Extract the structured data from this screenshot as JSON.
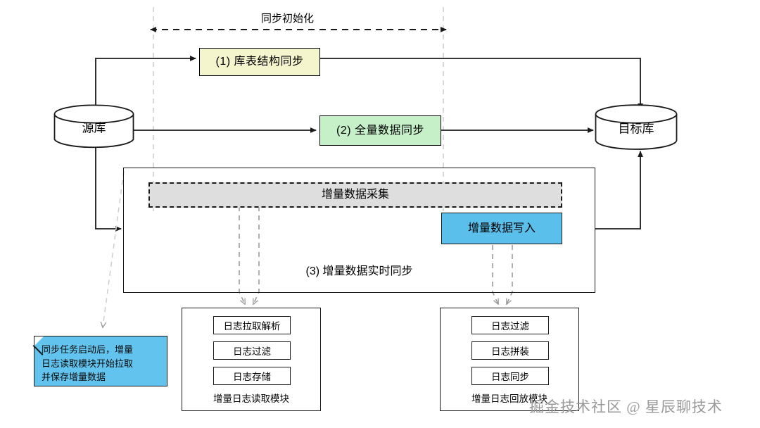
{
  "diagram": {
    "title_label": "同步初始化",
    "source_db": "源库",
    "target_db": "目标库",
    "phases": [
      {
        "id": "phase1",
        "label": "(1) 库表结构同步",
        "color": "#f5f5cd"
      },
      {
        "id": "phase2",
        "label": "(2) 全量数据同步",
        "color": "#c6f0c8"
      },
      {
        "id": "phase3",
        "label": "(3) 增量数据实时同步",
        "color": "#ffffff"
      }
    ],
    "capture_band": {
      "label": "增量数据采集",
      "color": "#dedede"
    },
    "write_box": {
      "label": "增量数据写入",
      "color": "#5bbfec"
    },
    "modules": [
      {
        "id": "log-reader",
        "caption": "增量日志读取模块",
        "items": [
          "日志拉取解析",
          "日志过滤",
          "日志存储"
        ]
      },
      {
        "id": "log-replay",
        "caption": "增量日志回放模块",
        "items": [
          "日志过滤",
          "日志拼装",
          "日志同步"
        ]
      }
    ],
    "note": {
      "lines": [
        "同步任务启动后，增量",
        "日志读取模块开始拉取",
        "并保存增量数据"
      ],
      "color": "#62c4ee"
    },
    "watermark": "掘金技术社区 @ 星辰聊技术"
  }
}
